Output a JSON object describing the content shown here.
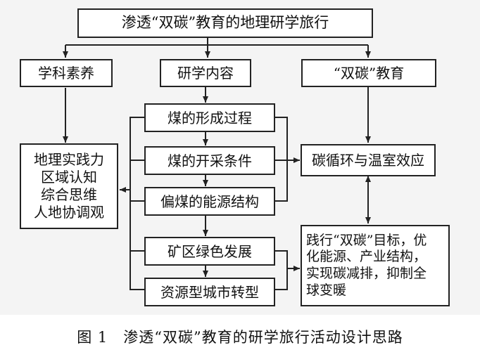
{
  "title": "渗透“双碳”教育的地理研学旅行",
  "branches": {
    "literacy": "学科素养",
    "content": "研学内容",
    "education": "“双碳”教育"
  },
  "content_steps": [
    "煤的形成过程",
    "煤的开采条件",
    "偏煤的能源结构",
    "矿区绿色发展",
    "资源型城市转型"
  ],
  "literacy_items": [
    "地理实践力",
    "区域认知",
    "综合思维",
    "人地协调观"
  ],
  "carbon_cycle": "碳循环与温室效应",
  "goal_lines": [
    "践行“双碳”目标，优",
    "化能源、产业结构，",
    "实现碳减排，抑制全",
    "球变暖"
  ],
  "caption": "图 1　渗透“双碳”教育的研学旅行活动设计思路"
}
